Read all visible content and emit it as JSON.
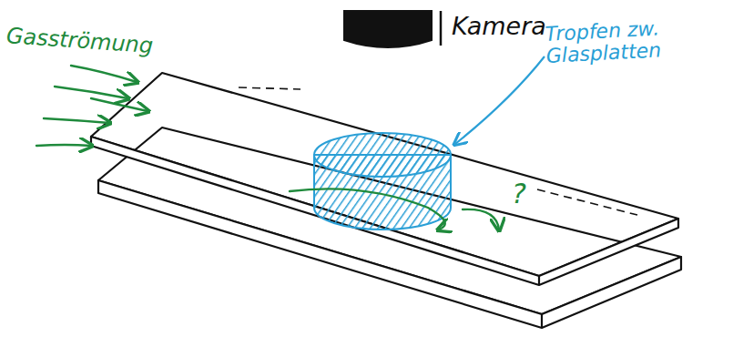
{
  "diagram": {
    "nodes": [
      {
        "text": [
          "Kamera"
        ]
      }
    ],
    "labels": [
      "Gasströmung",
      "Tropfen zw. Glasplatten",
      "?"
    ]
  }
}
